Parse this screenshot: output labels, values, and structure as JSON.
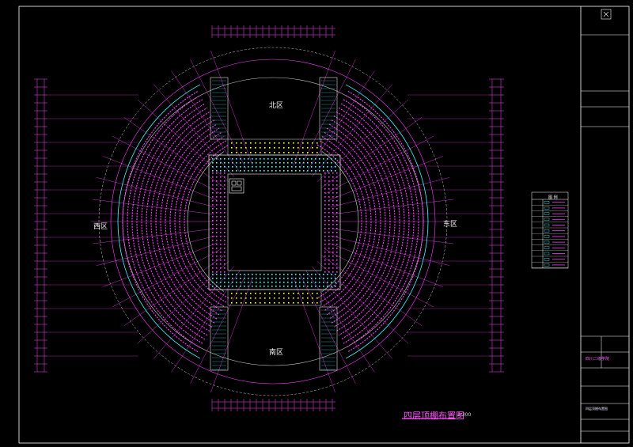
{
  "drawing": {
    "title": "四层顶棚布置图",
    "scale": "1:300",
    "zones": {
      "north": "北区",
      "south": "南区",
      "east": "东区",
      "west": "西区"
    },
    "colors": {
      "background": "#000000",
      "seating": "#ff3cff",
      "structure": "#e0e0e0",
      "grid": "#ff40ff",
      "cyan": "#40ffff",
      "yellow": "#ffff40",
      "frame": "#ffffff"
    }
  },
  "title_block": {
    "company": "四川二级学院",
    "sheet_title": "四层顶棚布置图"
  },
  "legend": {
    "title": "图 例",
    "rows": 12
  }
}
